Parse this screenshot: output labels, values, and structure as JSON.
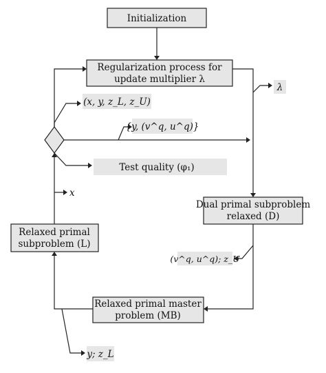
{
  "nodes": {
    "initialization": "Initialization",
    "regularization_line1": "Regularization process for",
    "regularization_line2": "update multiplier λ",
    "dual_line1": "Dual primal subproblem",
    "dual_line2": "relaxed (D)",
    "relaxed_primal_line1": "Relaxed primal",
    "relaxed_primal_line2": "subproblem (L)",
    "master_line1": "Relaxed primal master",
    "master_line2": "problem (MB)",
    "test_quality": "Test quality (φ₁)"
  },
  "edge_labels": {
    "lambda": "λ",
    "decision_tuple": "(x, y, z_L, z_U)",
    "y_vq_uq": "{y, (v^q, u^q)}",
    "x_label": "x",
    "vq_uq_zu": "(v^q, u^q); z_U",
    "y_zl": "y; z_L"
  }
}
